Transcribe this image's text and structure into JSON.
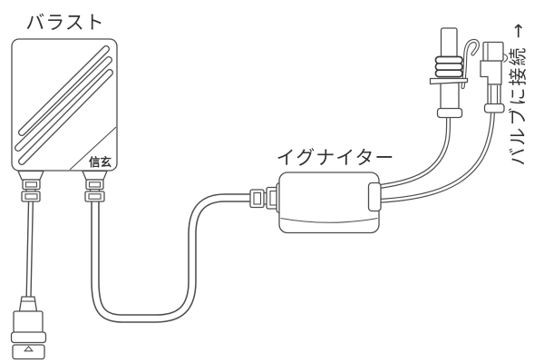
{
  "labels": {
    "ballast": "バラスト",
    "igniter": "イグナイター",
    "bulb_connection": "バルブに接続 →",
    "brand": "信玄"
  },
  "colors": {
    "line": "#4d4d4d",
    "rib_dark": "#3a3a3a",
    "text": "#333333",
    "background": "#ffffff"
  }
}
